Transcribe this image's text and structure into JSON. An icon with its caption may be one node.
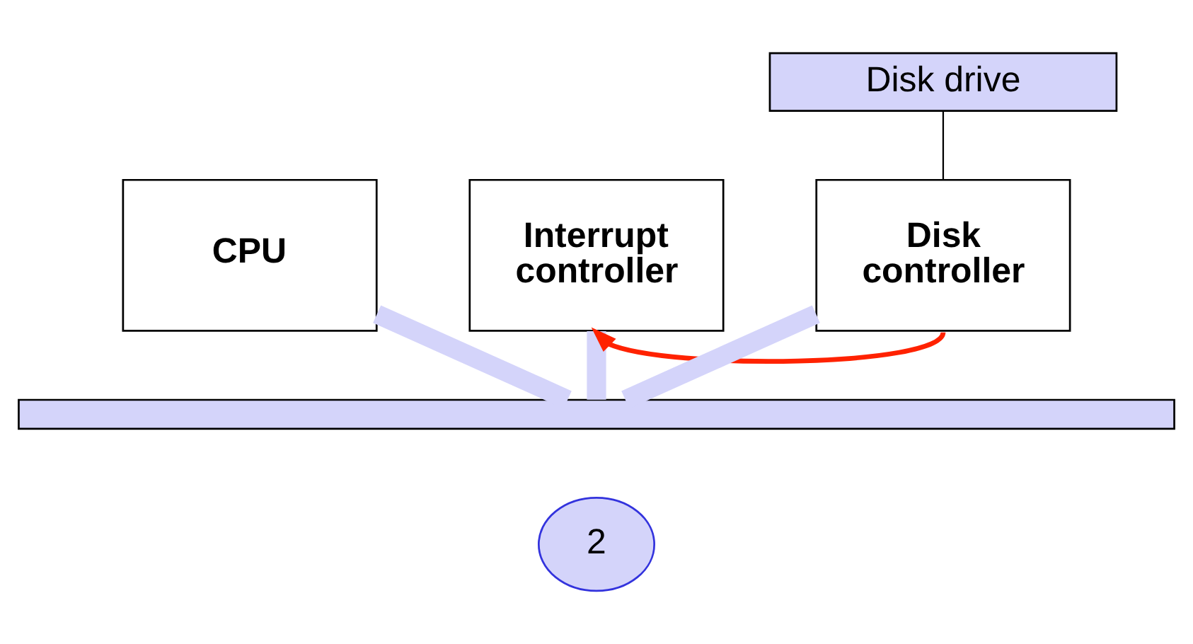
{
  "diagram": {
    "nodes": [
      {
        "text": [
          "Disk drive"
        ]
      },
      {
        "text": [
          "CPU"
        ]
      },
      {
        "text": [
          "Interrupt controller"
        ]
      },
      {
        "text": [
          "Disk controller"
        ]
      },
      {
        "text": [],
        "shape": "bar"
      },
      {
        "text": [
          "2"
        ]
      }
    ],
    "edges": [
      {
        "from": 0,
        "to": 3,
        "arrow": "none",
        "color": "#000000"
      },
      {
        "from": 1,
        "to": 4,
        "arrow": "none",
        "color": "#d4d4fa"
      },
      {
        "from": 2,
        "to": 4,
        "arrow": "none",
        "color": "#d4d4fa"
      },
      {
        "from": 3,
        "to": 4,
        "arrow": "none",
        "color": "#d4d4fa"
      },
      {
        "from": 3,
        "to": 2,
        "arrow": "to",
        "color": "#ff2200"
      }
    ]
  }
}
